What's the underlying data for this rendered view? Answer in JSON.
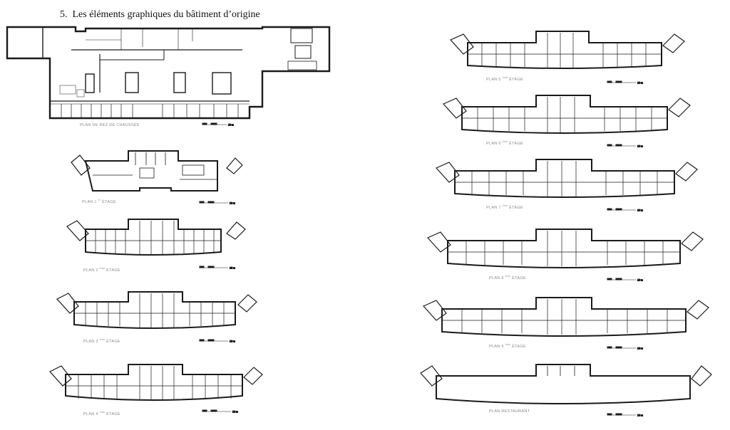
{
  "heading": {
    "number": "5.",
    "text": "Les éléments graphiques du bâtiment d’origine"
  },
  "plans": [
    {
      "id": "rdc",
      "label": "PLAN DE REZ DE CHAUSSÉE",
      "sup": ""
    },
    {
      "id": "p1",
      "label_pre": "PLAN 1",
      "sup": "er",
      "label_post": " ÉTAGE"
    },
    {
      "id": "p2",
      "label_pre": "PLAN 2",
      "sup": "ème",
      "label_post": " ÉTAGE"
    },
    {
      "id": "p3",
      "label_pre": "PLAN 3",
      "sup": "ème",
      "label_post": " ÉTAGE"
    },
    {
      "id": "p4",
      "label_pre": "PLAN 4",
      "sup": "ème",
      "label_post": " ÉTAGE"
    },
    {
      "id": "p5",
      "label_pre": "PLAN 5",
      "sup": "ème",
      "label_post": " ÉTAGE"
    },
    {
      "id": "p6",
      "label_pre": "PLAN 6",
      "sup": "ème",
      "label_post": " ÉTAGE"
    },
    {
      "id": "p7",
      "label_pre": "PLAN 7",
      "sup": "ème",
      "label_post": " ÉTAGE"
    },
    {
      "id": "p8",
      "label_pre": "PLAN 8",
      "sup": "ème",
      "label_post": " ÉTAGE"
    },
    {
      "id": "p9",
      "label_pre": "PLAN 9",
      "sup": "ème",
      "label_post": " ÉTAGE"
    },
    {
      "id": "resto",
      "label": "PLAN RESTAURANT",
      "sup": ""
    }
  ],
  "scale_text": "10 m",
  "colors": {
    "line": "#1a1a1a",
    "label": "#8a8a8a"
  }
}
